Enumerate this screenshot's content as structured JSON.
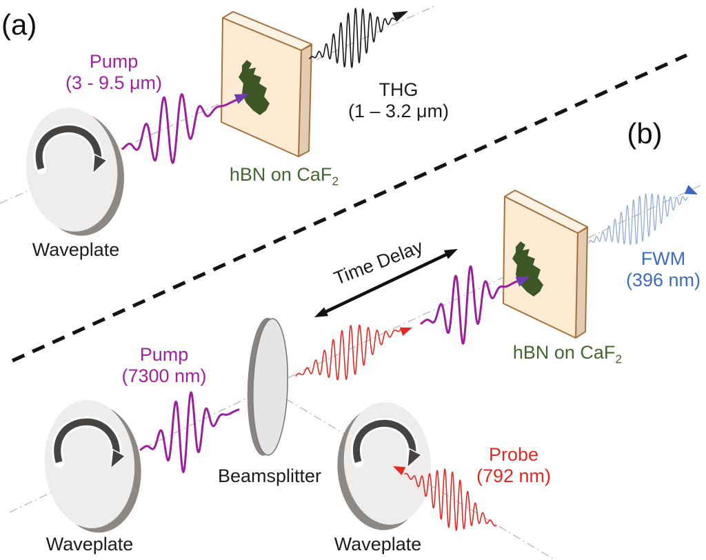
{
  "figure": {
    "panel_a": {
      "label": "(a)",
      "pump": {
        "name": "Pump",
        "range": "(3 - 9.5 μm)"
      },
      "waveplate_label": "Waveplate",
      "sample": {
        "main": "hBN on CaF",
        "sub": "2"
      },
      "output": {
        "name": "THG",
        "range": "(1 – 3.2 μm)"
      }
    },
    "panel_b": {
      "label": "(b)",
      "pump": {
        "name": "Pump",
        "range": "(7300 nm)"
      },
      "probe": {
        "name": "Probe",
        "range": "(792 nm)"
      },
      "waveplate_left_label": "Waveplate",
      "waveplate_right_label": "Waveplate",
      "beamsplitter_label": "Beamsplitter",
      "time_delay_label": "Time Delay",
      "sample": {
        "main": "hBN on CaF",
        "sub": "2"
      },
      "output": {
        "name": "FWM",
        "range": "(396 nm)"
      }
    }
  },
  "colors": {
    "pump": "#9c1d9d",
    "pump_arrow": "#6f3cb4",
    "probe": "#e8251f",
    "thg": "#1c1c1c",
    "fwm_wave": "#93a9d6",
    "fwm_accent": "#3a67c2",
    "hbn_text": "#44652f",
    "flake": "#3d5626",
    "sample_face": "#fcead3",
    "sample_side": "#e3ccb2",
    "sample_top": "#fdf3e4",
    "sample_edge": "#a8703c",
    "waveplate_rim": "#8e8884",
    "waveplate_face": "#efedec",
    "waveplate_arrow": "#474341",
    "beamsplitter_face": "#e6e4e4",
    "beamsplitter_rim": "#8a8481",
    "axis": "#bcb9b9",
    "divider": "#141414"
  }
}
